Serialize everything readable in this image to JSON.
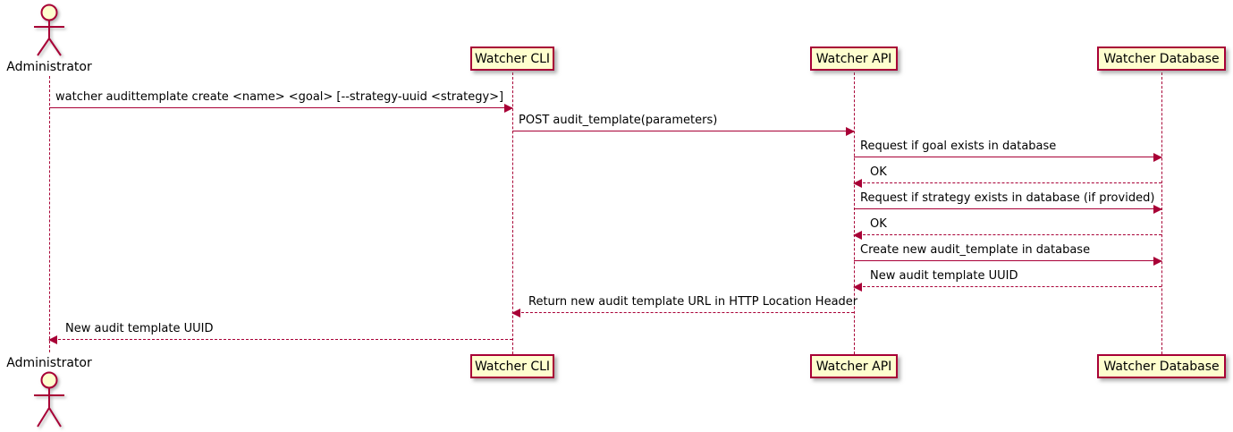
{
  "diagram": {
    "type": "sequence",
    "participants": [
      {
        "name": "Administrator",
        "kind": "actor"
      },
      {
        "name": "Watcher CLI",
        "kind": "participant"
      },
      {
        "name": "Watcher API",
        "kind": "participant"
      },
      {
        "name": "Watcher Database",
        "kind": "participant"
      }
    ],
    "messages": [
      {
        "from": "Administrator",
        "to": "Watcher CLI",
        "text": "watcher audittemplate create <name> <goal> [--strategy-uuid <strategy>]",
        "line": "solid"
      },
      {
        "from": "Watcher CLI",
        "to": "Watcher API",
        "text": "POST audit_template(parameters)",
        "line": "solid"
      },
      {
        "from": "Watcher API",
        "to": "Watcher Database",
        "text": "Request if goal exists in database",
        "line": "solid"
      },
      {
        "from": "Watcher Database",
        "to": "Watcher API",
        "text": "OK",
        "line": "dashed"
      },
      {
        "from": "Watcher API",
        "to": "Watcher Database",
        "text": "Request if strategy exists in database (if provided)",
        "line": "solid"
      },
      {
        "from": "Watcher Database",
        "to": "Watcher API",
        "text": "OK",
        "line": "dashed"
      },
      {
        "from": "Watcher API",
        "to": "Watcher Database",
        "text": "Create new audit_template in database",
        "line": "solid"
      },
      {
        "from": "Watcher Database",
        "to": "Watcher API",
        "text": "New audit template UUID",
        "line": "dashed"
      },
      {
        "from": "Watcher API",
        "to": "Watcher CLI",
        "text": "Return new audit template URL in HTTP Location Header",
        "line": "dashed"
      },
      {
        "from": "Watcher CLI",
        "to": "Administrator",
        "text": "New audit template UUID",
        "line": "dashed"
      }
    ]
  },
  "colors": {
    "participant_fill": "#FEFECE",
    "stroke": "#A80036",
    "text": "#000000",
    "background": "#FFFFFF"
  }
}
